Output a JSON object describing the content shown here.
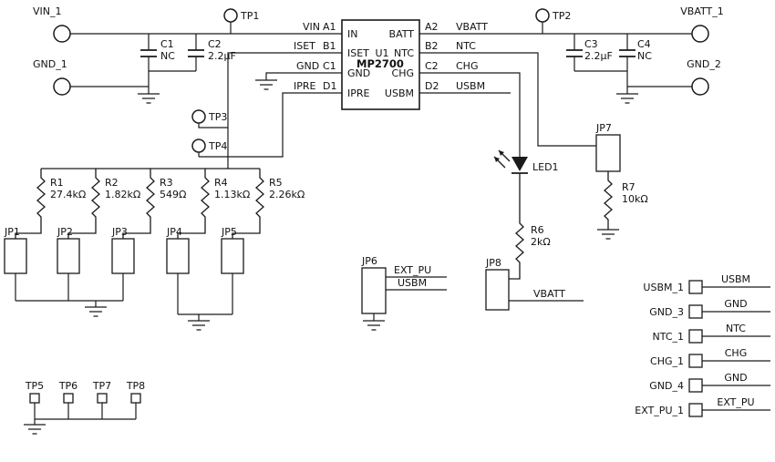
{
  "labels": {
    "vin1": "VIN_1",
    "gnd1": "GND_1",
    "vbatt1": "VBATT_1",
    "gnd2": "GND_2"
  },
  "testpoints": {
    "tp1": "TP1",
    "tp2": "TP2",
    "tp3": "TP3",
    "tp4": "TP4",
    "tp5": "TP5",
    "tp6": "TP6",
    "tp7": "TP7",
    "tp8": "TP8"
  },
  "ic": {
    "refdes": "U1",
    "part": "MP2700",
    "pins_left": [
      {
        "net": "VIN",
        "num": "A1",
        "inner": "IN"
      },
      {
        "net": "ISET",
        "num": "B1",
        "inner": "ISET"
      },
      {
        "net": "GND",
        "num": "C1",
        "inner": "GND"
      },
      {
        "net": "IPRE",
        "num": "D1",
        "inner": "IPRE"
      }
    ],
    "pins_right": [
      {
        "num": "A2",
        "net": "VBATT",
        "inner": "BATT"
      },
      {
        "num": "B2",
        "net": "NTC",
        "inner": "NTC"
      },
      {
        "num": "C2",
        "net": "CHG",
        "inner": "CHG"
      },
      {
        "num": "D2",
        "net": "USBM",
        "inner": "USBM"
      }
    ]
  },
  "caps": [
    {
      "ref": "C1",
      "value": "NC"
    },
    {
      "ref": "C2",
      "value": "2.2µF"
    },
    {
      "ref": "C3",
      "value": "2.2µF"
    },
    {
      "ref": "C4",
      "value": "NC"
    }
  ],
  "res": [
    {
      "ref": "R1",
      "value": "27.4kΩ"
    },
    {
      "ref": "R2",
      "value": "1.82kΩ"
    },
    {
      "ref": "R3",
      "value": "549Ω"
    },
    {
      "ref": "R4",
      "value": "1.13kΩ"
    },
    {
      "ref": "R5",
      "value": "2.26kΩ"
    },
    {
      "ref": "R6",
      "value": "2kΩ"
    },
    {
      "ref": "R7",
      "value": "10kΩ"
    }
  ],
  "jumpers": {
    "jp1": "JP1",
    "jp2": "JP2",
    "jp3": "JP3",
    "jp4": "JP4",
    "jp5": "JP5",
    "jp6": "JP6",
    "jp7": "JP7",
    "jp8": "JP8"
  },
  "led": {
    "ref": "LED1"
  },
  "nets": {
    "ext_pu": "EXT_PU",
    "usbm_jp6": "USBM",
    "vbatt_jp8": "VBATT"
  },
  "conn_list": [
    {
      "label": "USBM_1",
      "net": "USBM"
    },
    {
      "label": "GND_3",
      "net": "GND"
    },
    {
      "label": "NTC_1",
      "net": "NTC"
    },
    {
      "label": "CHG_1",
      "net": "CHG"
    },
    {
      "label": "GND_4",
      "net": "GND"
    },
    {
      "label": "EXT_PU_1",
      "net": "EXT_PU"
    }
  ]
}
